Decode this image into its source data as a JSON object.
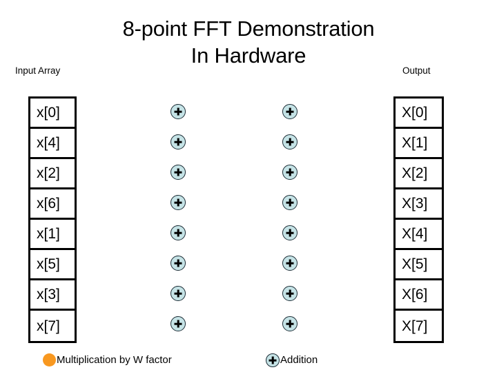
{
  "title": "8-point FFT Demonstration\nIn Hardware",
  "captions": {
    "input": "Input Array",
    "output": "Output"
  },
  "input_array": {
    "label": "Input Array",
    "cells": [
      "x[0]",
      "x[4]",
      "x[2]",
      "x[6]",
      "x[1]",
      "x[5]",
      "x[3]",
      "x[7]"
    ]
  },
  "output_array": {
    "label": "Output",
    "cells": [
      "X[0]",
      "X[1]",
      "X[2]",
      "X[3]",
      "X[4]",
      "X[5]",
      "X[6]",
      "X[7]"
    ]
  },
  "adder_stages": [
    {
      "name": "stage-1",
      "symbols": [
        "+",
        "+",
        "+",
        "+",
        "+",
        "+",
        "+",
        "+"
      ]
    },
    {
      "name": "stage-2",
      "symbols": [
        "+",
        "+",
        "+",
        "+",
        "+",
        "+",
        "+",
        "+"
      ]
    }
  ],
  "legend": [
    {
      "icon": "orange-filled-circle-icon",
      "label": "Multiplication by W factor",
      "color": "#f89820"
    },
    {
      "icon": "plus-circle-icon",
      "label": "Addition",
      "color": "#c5e3e6"
    }
  ],
  "colors": {
    "adder_fill": "#c5e3e6",
    "adder_stroke": "#1a2a33",
    "multiplier_fill": "#f89820",
    "box_border": "#000000",
    "background": "#ffffff",
    "text": "#000000"
  }
}
